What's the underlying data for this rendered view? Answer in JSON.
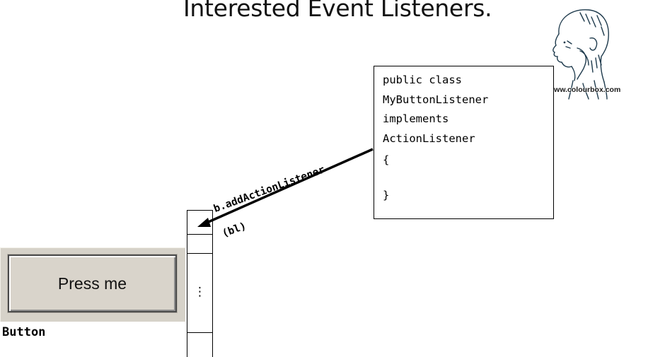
{
  "slide": {
    "title": "Interested Event Listeners."
  },
  "code_box": {
    "lines": [
      "public class",
      "MyButtonListener",
      "implements",
      "ActionListener",
      "{",
      "",
      "}"
    ]
  },
  "registration": {
    "method_call": "b.addActionListener",
    "argument": "(bl)"
  },
  "listener_list": {
    "ellipsis": "⋮"
  },
  "gui_button": {
    "label": "Press me",
    "caption": "Button"
  },
  "illustration": {
    "icon": "thinking-head-icon",
    "watermark": "www.colourbox.com"
  },
  "colors": {
    "button_face": "#d9d4cb",
    "button_frame": "#d6d2c9",
    "ink": "#000000"
  }
}
